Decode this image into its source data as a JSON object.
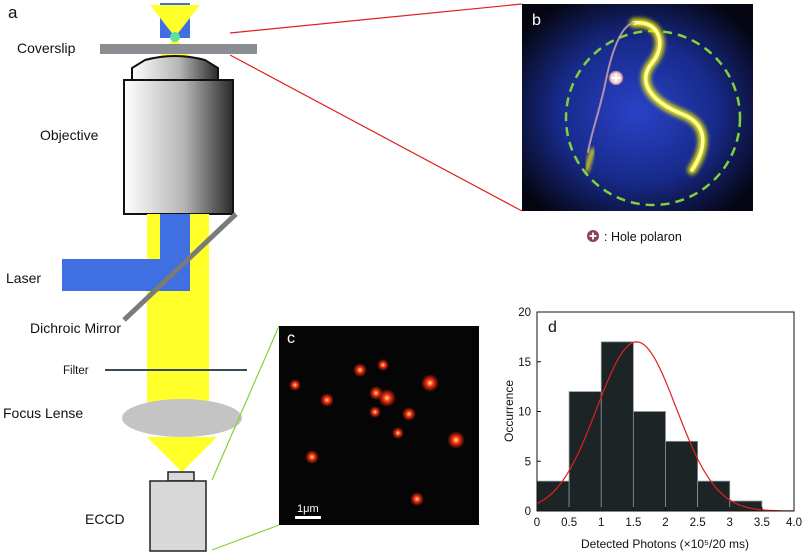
{
  "panels": {
    "a": "a",
    "b": "b",
    "c": "c",
    "d": "d"
  },
  "setup_labels": {
    "coverslip": "Coverslip",
    "objective": "Objective",
    "laser": "Laser",
    "dichroic": "Dichroic Mirror",
    "filter": "Filter",
    "focus_lense": "Focus Lense",
    "eccd": "ECCD"
  },
  "legend": {
    "hole_polaron": ": Hole polaron"
  },
  "scale_bar": "1μm",
  "colors": {
    "beam_yellow": "#ffff2a",
    "laser_blue": "#3f6fe0",
    "zoom_line_red": "#e02020",
    "zoom_line_green": "#7fd23a",
    "hist_bar": "#1c2426",
    "fit_curve": "#e02020"
  },
  "chart_data": {
    "type": "bar",
    "bin_edges": [
      0,
      0.5,
      1,
      1.5,
      2,
      2.5,
      3,
      3.5
    ],
    "values": [
      3,
      12,
      17,
      10,
      7,
      3,
      1
    ],
    "fit_curve": {
      "type": "gaussian",
      "peak_x": 1.55,
      "peak_y": 17,
      "sigma": 0.62
    },
    "xlabel": "Detected Photons (×10⁵/20 ms)",
    "ylabel": "Occurrence",
    "xlim": [
      0,
      4
    ],
    "ylim": [
      0,
      20
    ],
    "xticks": [
      "0",
      "0.5",
      "1",
      "1.5",
      "2",
      "2.5",
      "3",
      "3.5",
      "4.0"
    ],
    "yticks": [
      "0",
      "5",
      "10",
      "15",
      "20"
    ]
  }
}
